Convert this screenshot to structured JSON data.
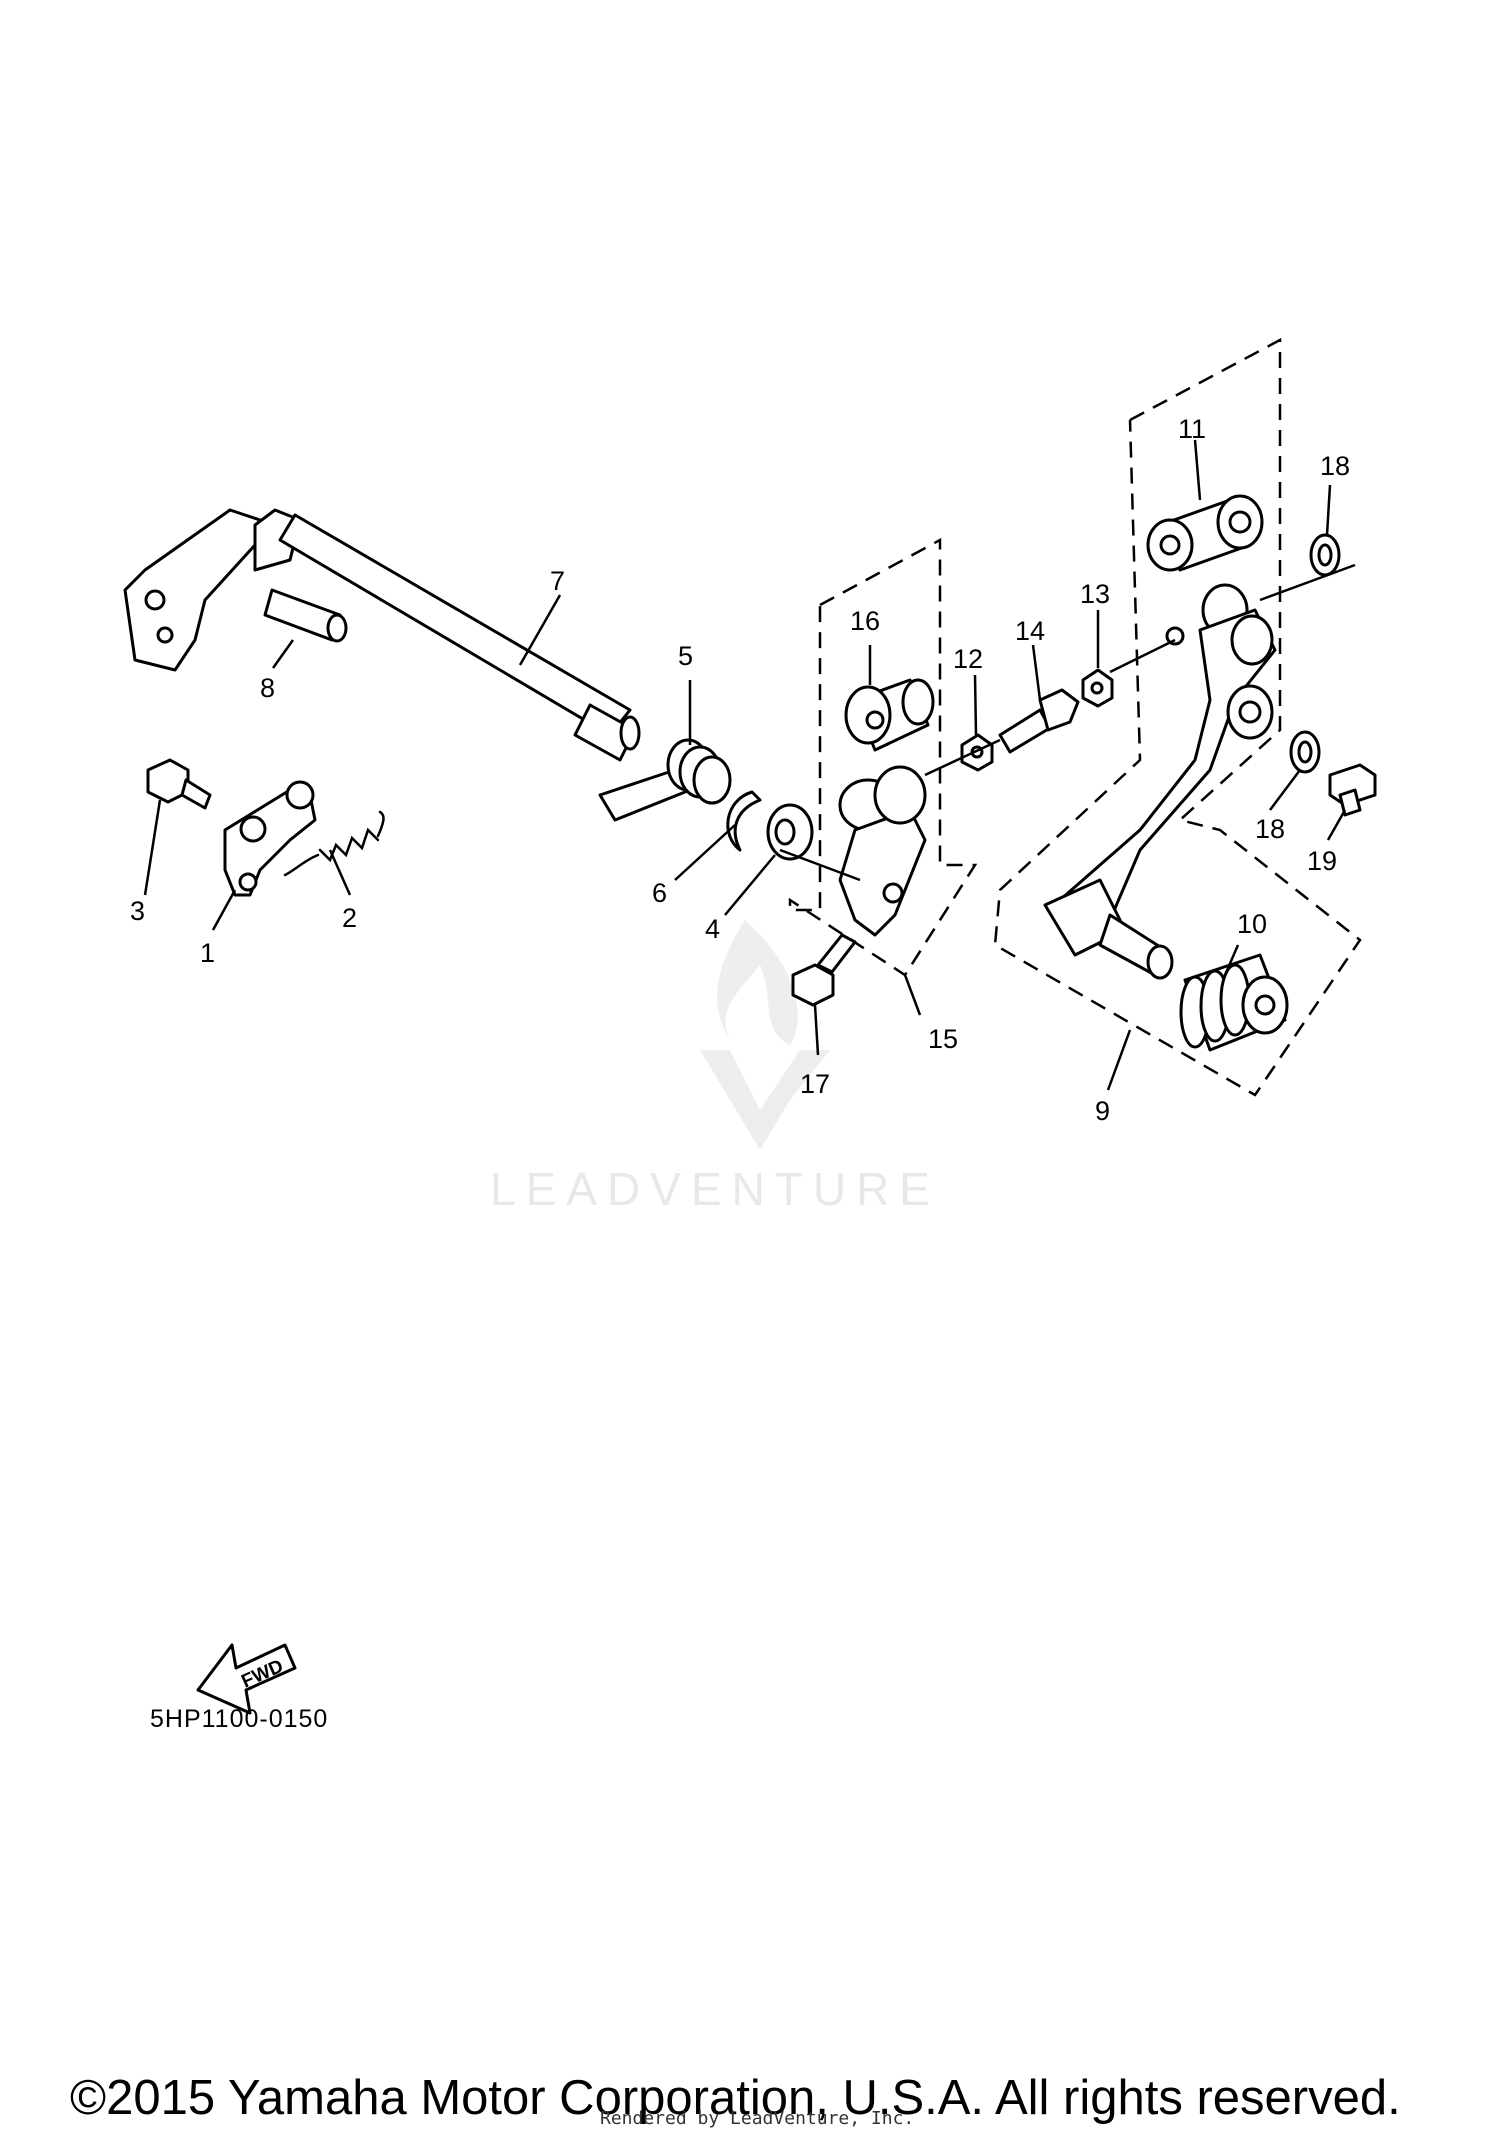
{
  "callouts": {
    "n1": "1",
    "n2": "2",
    "n3": "3",
    "n4": "4",
    "n5": "5",
    "n6": "6",
    "n7": "7",
    "n8": "8",
    "n9": "9",
    "n10": "10",
    "n11": "11",
    "n12": "12",
    "n13": "13",
    "n14": "14",
    "n15": "15",
    "n16": "16",
    "n17": "17",
    "n18a": "18",
    "n18b": "18",
    "n19": "19"
  },
  "fwd_label": "FWD",
  "diagram_code": "5HP1100-0150",
  "watermark": "LEADVENTURE",
  "copyright": "©2015 Yamaha Motor Corporation, U.S.A. All rights reserved.",
  "rendered_by": "Rendered by LeadVenture, Inc."
}
